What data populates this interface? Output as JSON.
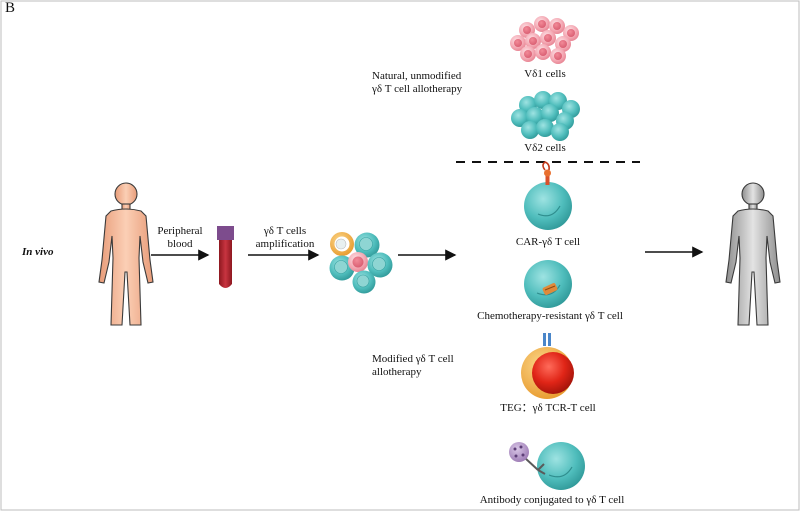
{
  "panel_letter": "B",
  "left": {
    "in_vivo": "In vivo",
    "peripheral_blood": [
      "Peripheral",
      "blood"
    ],
    "amplification": [
      "γδ T cells",
      "amplification"
    ]
  },
  "natural": {
    "heading": [
      "Natural, unmodified",
      "γδ T cell allotherapy"
    ],
    "vd1": "Vδ1 cells",
    "vd2": "Vδ2 cells"
  },
  "modified": {
    "heading": [
      "Modified γδ T cell",
      "allotherapy"
    ],
    "car": "CAR-γδ T cell",
    "chemo": "Chemotherapy-resistant γδ T cell",
    "teg": "TEG：γδ TCR-T cell",
    "antibody": "Antibody conjugated to γδ T cell"
  },
  "colors": {
    "skin": "#f3b796",
    "patient_grey": "#b9b9b9",
    "teal_cell": "#58c3c3",
    "pink_cell": "#f4aab5",
    "orange_cell": "#f0b34d",
    "blood_red": "#b3222c",
    "tube_cap": "#7d4c8d"
  }
}
